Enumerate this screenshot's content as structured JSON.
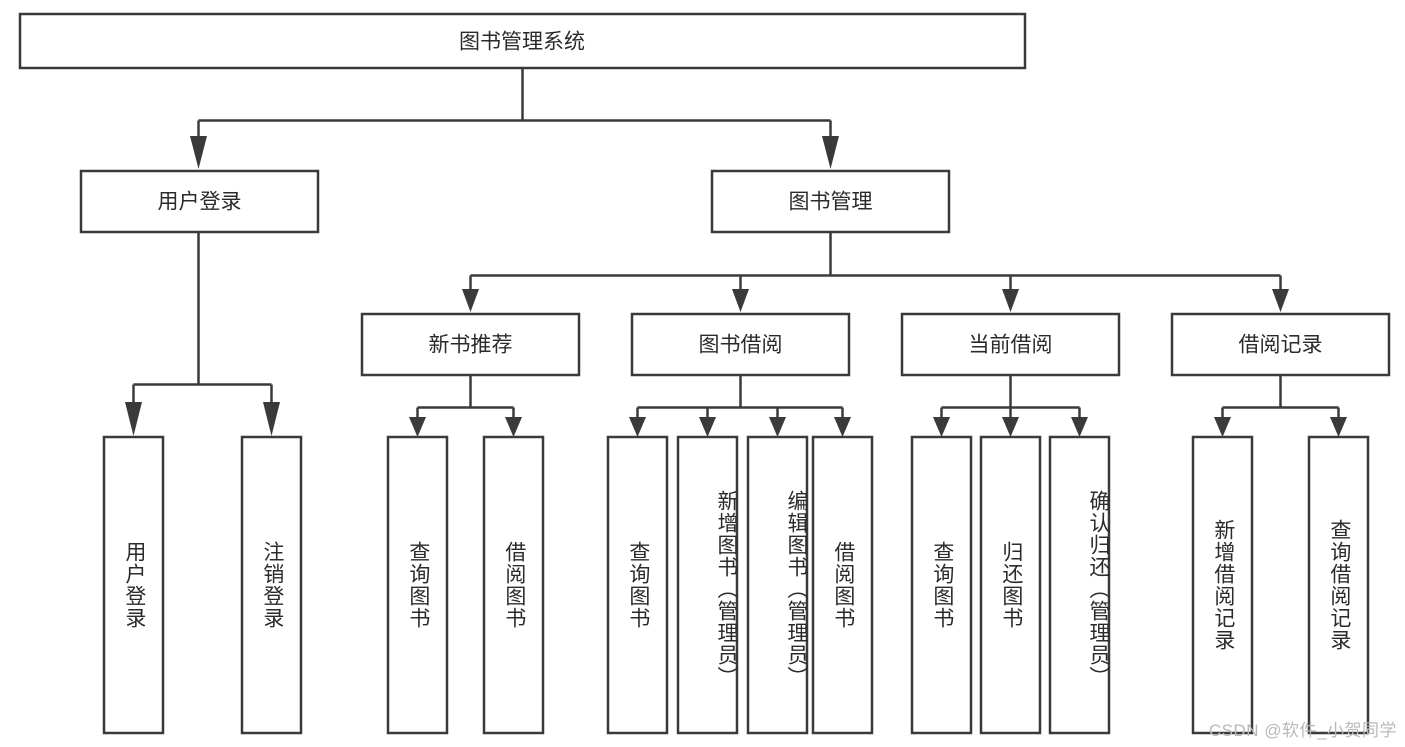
{
  "diagram": {
    "title": "图书管理系统",
    "type": "tree",
    "watermark": "CSDN @软件_小贺同学",
    "root": {
      "id": "root",
      "label": "图书管理系统"
    },
    "level2": [
      {
        "id": "user-login",
        "label": "用户登录"
      },
      {
        "id": "book-management",
        "label": "图书管理"
      }
    ],
    "level3": [
      {
        "id": "new-book-recommend",
        "label": "新书推荐",
        "parent": "book-management"
      },
      {
        "id": "book-borrow",
        "label": "图书借阅",
        "parent": "book-management"
      },
      {
        "id": "current-borrow",
        "label": "当前借阅",
        "parent": "book-management"
      },
      {
        "id": "borrow-record",
        "label": "借阅记录",
        "parent": "book-management"
      }
    ],
    "leaves": [
      {
        "id": "leaf-user-login",
        "label": "用户登录",
        "parent": "user-login"
      },
      {
        "id": "leaf-logout-login",
        "label": "注销登录",
        "parent": "user-login"
      },
      {
        "id": "leaf-query-book-1",
        "label": "查询图书",
        "parent": "new-book-recommend"
      },
      {
        "id": "leaf-borrow-book-1",
        "label": "借阅图书",
        "parent": "new-book-recommend"
      },
      {
        "id": "leaf-query-book-2",
        "label": "查询图书",
        "parent": "book-borrow"
      },
      {
        "id": "leaf-add-book",
        "label": "新增图书（管理员）",
        "parent": "book-borrow"
      },
      {
        "id": "leaf-edit-book",
        "label": "编辑图书（管理员）",
        "parent": "book-borrow"
      },
      {
        "id": "leaf-borrow-book-2",
        "label": "借阅图书",
        "parent": "book-borrow"
      },
      {
        "id": "leaf-query-book-3",
        "label": "查询图书",
        "parent": "current-borrow"
      },
      {
        "id": "leaf-return-book",
        "label": "归还图书",
        "parent": "current-borrow"
      },
      {
        "id": "leaf-confirm-return",
        "label": "确认归还（管理员）",
        "parent": "current-borrow"
      },
      {
        "id": "leaf-add-record",
        "label": "新增借阅记录",
        "parent": "borrow-record"
      },
      {
        "id": "leaf-query-record",
        "label": "查询借阅记录",
        "parent": "borrow-record"
      }
    ],
    "colors": {
      "stroke": "#3a3a3a",
      "fill": "#ffffff",
      "text": "#2b2b2b",
      "watermark": "#b9b9b9"
    }
  }
}
